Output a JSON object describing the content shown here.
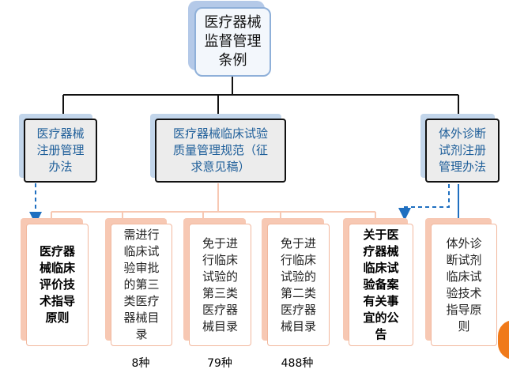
{
  "root": {
    "lines": [
      "医疗器械",
      "监督管理",
      "条例"
    ]
  },
  "level2": {
    "reg": {
      "lines": [
        "医疗器械",
        "注册管理",
        "办法"
      ]
    },
    "gcp": {
      "lines": [
        "医疗器械临床试验",
        "质量管理规范（征",
        "求意见稿）"
      ]
    },
    "ivd": {
      "lines": [
        "体外诊断",
        "试剂注册",
        "管理办法"
      ]
    }
  },
  "level3": {
    "eval": {
      "lines": [
        "医疗器",
        "械临床",
        "评价技",
        "术指导",
        "原则"
      ]
    },
    "approval": {
      "lines": [
        "需进行",
        "临床试",
        "验审批",
        "的第三",
        "类医疗",
        "器械目",
        "录"
      ],
      "count": "8种"
    },
    "exempt3": {
      "lines": [
        "免于进",
        "行临床",
        "试验的",
        "第三类",
        "医疗器",
        "械目录"
      ],
      "count": "79种"
    },
    "exempt2": {
      "lines": [
        "免于进",
        "行临床",
        "试验的",
        "第二类",
        "医疗器",
        "械目录"
      ],
      "count": "488种"
    },
    "filing": {
      "lines": [
        "关于医",
        "疗器械",
        "临床试",
        "验备案",
        "有关事",
        "宜的公",
        "告"
      ]
    },
    "ivd_guide": {
      "lines": [
        "体外诊",
        "断试剂",
        "临床试",
        "验技术",
        "指导原",
        "则"
      ]
    }
  },
  "colors": {
    "l2_text": "#1f5f9a",
    "connector_orange": "#f7c8b3",
    "dashed_arrow": "#1f6fc0",
    "root_border": "#8fb0d9"
  }
}
